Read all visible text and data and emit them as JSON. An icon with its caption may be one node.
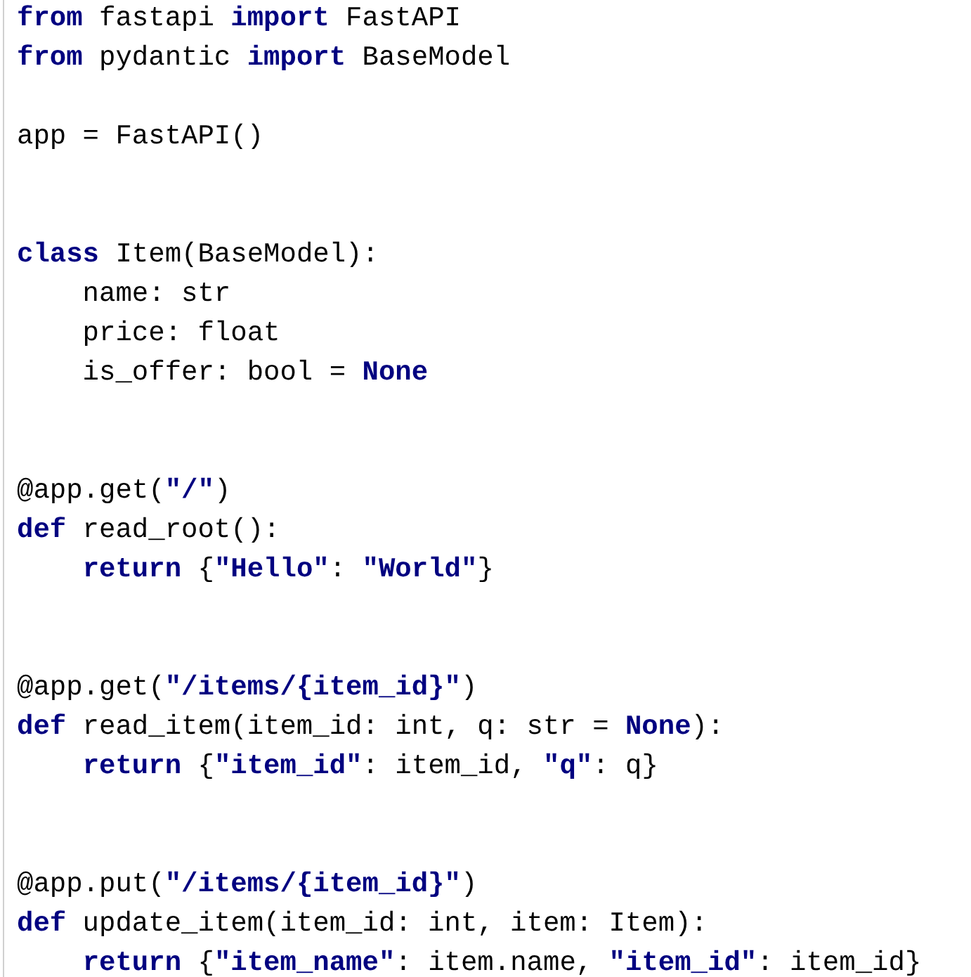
{
  "diagram": {
    "labels": [
      "**from** fastapi **import** FastAPI",
      "**from** pydantic **import** BaseModel",
      "app = FastAPI()",
      "**class** Item(BaseModel):",
      "    name: str",
      "    price: float",
      "    is_offer: bool = **None**",
      "@app.get(**\"/\"**)",
      "**def** read_root():",
      "    **return** {**\"Hello\"**: **\"World\"**}",
      "@app.get(**\"/items/{item_id}\"**)",
      "**def** read_item(item_id: int, q: str = **None**):",
      "    **return** {**\"item_id\"**: item_id, **\"q\"**: q}",
      "@app.put(**\"/items/{item_id}\"**)",
      "**def** update_item(item_id: int, item: Item):",
      "    **return** {**\"item_name\"**: item.name, **\"item_id\"**: item_id}"
    ]
  }
}
